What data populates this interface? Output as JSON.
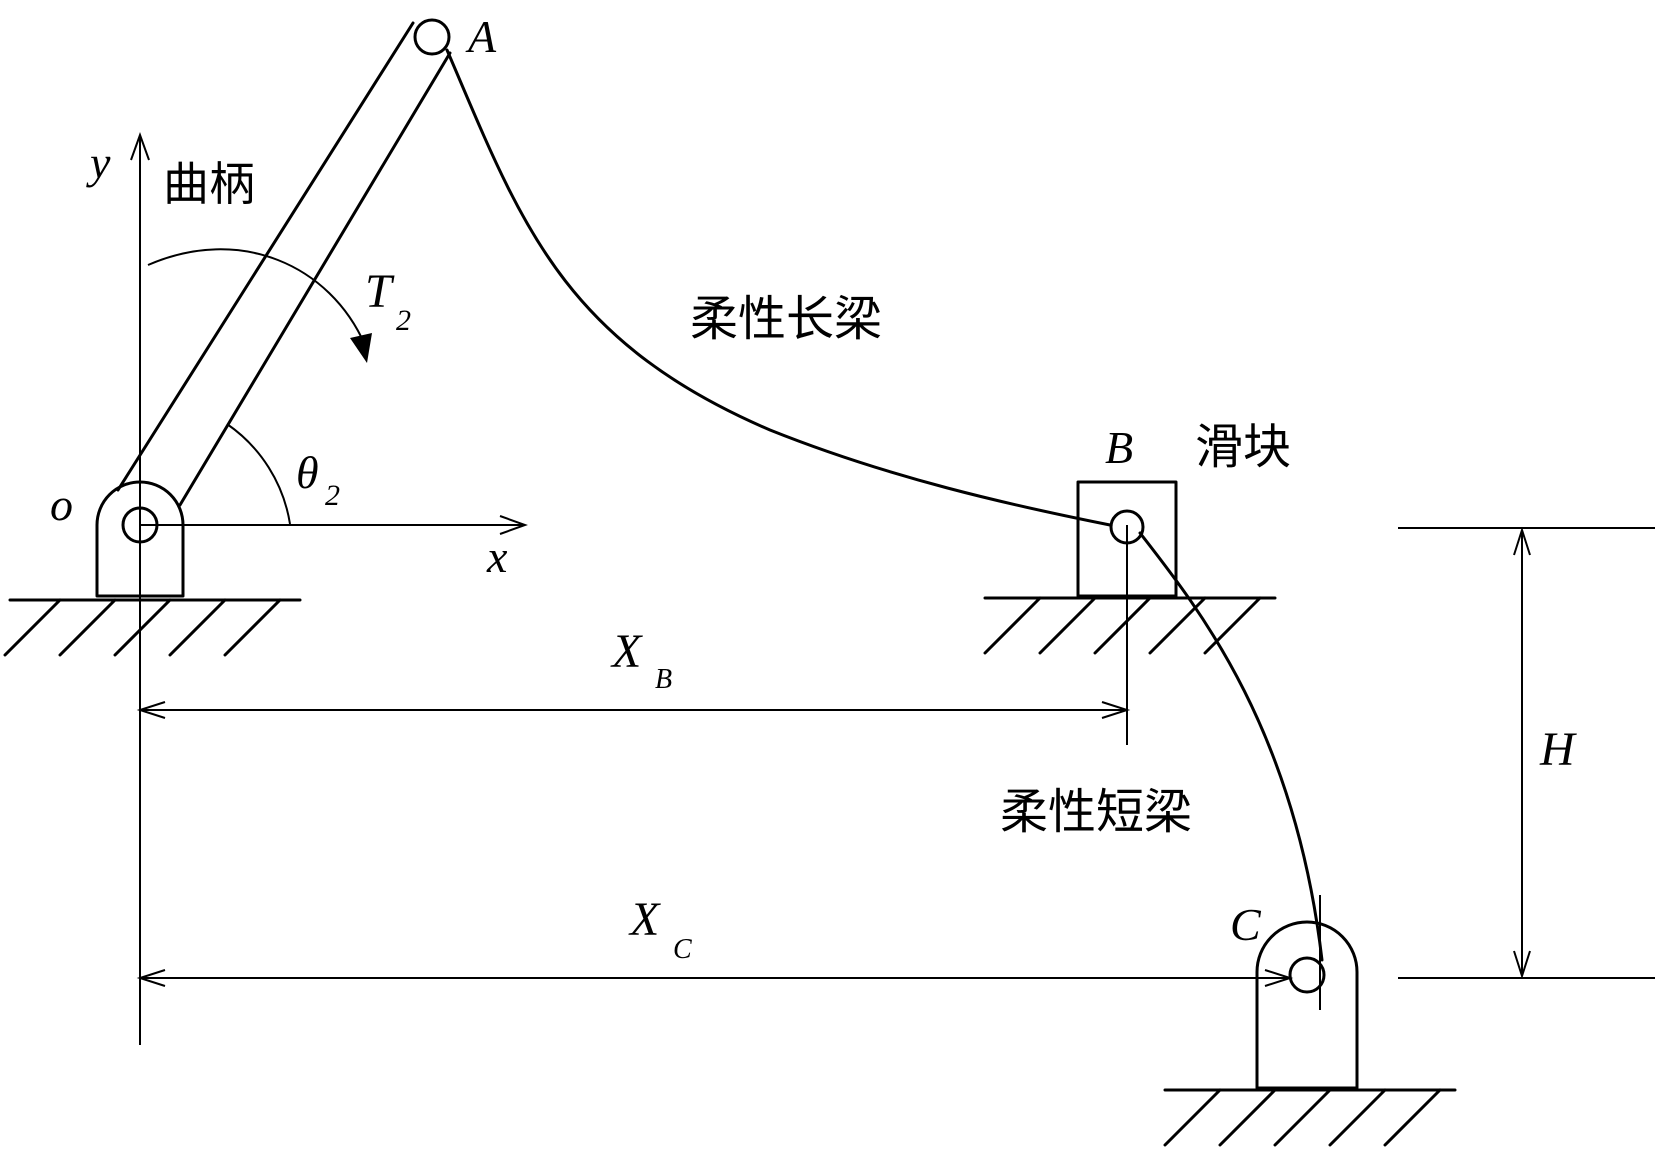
{
  "labels": {
    "point_a": "A",
    "point_b": "B",
    "point_c": "C",
    "origin": "o",
    "axis_x": "x",
    "axis_y": "y",
    "torque_main": "T",
    "torque_sub": "2",
    "angle_main": "θ",
    "angle_sub": "2",
    "xb_main": "X",
    "xb_sub": "B",
    "xc_main": "X",
    "xc_sub": "C",
    "height": "H"
  },
  "chinese_labels": {
    "crank": "曲柄",
    "long_beam": "柔性长梁",
    "slider": "滑块",
    "short_beam": "柔性短梁"
  },
  "colors": {
    "stroke": "#000000",
    "background": "#ffffff"
  }
}
